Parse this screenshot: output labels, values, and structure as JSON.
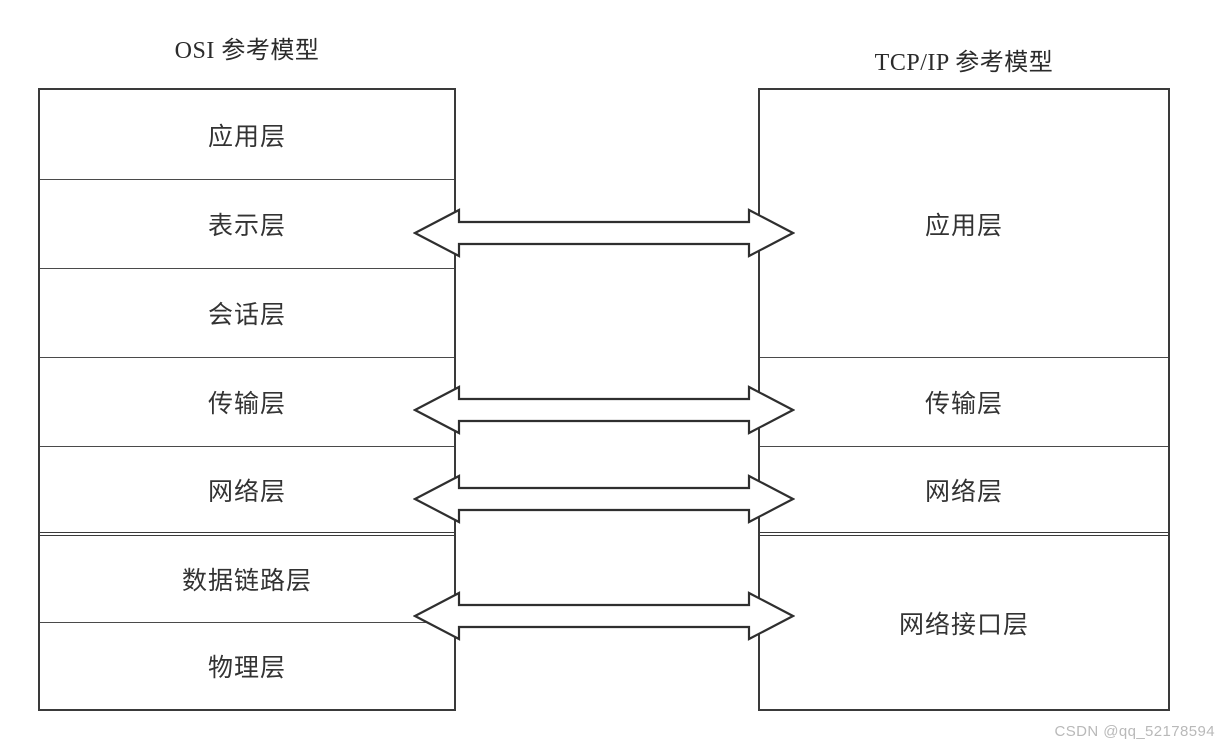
{
  "diagram": {
    "title_left": "OSI 参考模型",
    "title_right": "TCP/IP 参考模型",
    "watermark": "CSDN @qq_52178594",
    "osi_model": {
      "name": "OSI 参考模型",
      "layers": [
        {
          "index": 7,
          "label": "应用层",
          "divider": "none"
        },
        {
          "index": 6,
          "label": "表示层",
          "divider": "thin"
        },
        {
          "index": 5,
          "label": "会话层",
          "divider": "thin"
        },
        {
          "index": 4,
          "label": "传输层",
          "divider": "thin"
        },
        {
          "index": 3,
          "label": "网络层",
          "divider": "thin"
        },
        {
          "index": 2,
          "label": "数据链路层",
          "divider": "thick"
        },
        {
          "index": 1,
          "label": "物理层",
          "divider": "thin"
        }
      ]
    },
    "tcpip_model": {
      "name": "TCP/IP 参考模型",
      "layers": [
        {
          "index": 4,
          "label": "应用层",
          "divider": "none"
        },
        {
          "index": 3,
          "label": "传输层",
          "divider": "thin"
        },
        {
          "index": 2,
          "label": "网络层",
          "divider": "thin"
        },
        {
          "index": 1,
          "label": "网络接口层",
          "divider": "thick"
        }
      ]
    },
    "mappings": [
      {
        "from": "应用层/表示层/会话层",
        "to": "应用层",
        "style": "double-headed-arrow"
      },
      {
        "from": "传输层",
        "to": "传输层",
        "style": "double-headed-arrow"
      },
      {
        "from": "网络层",
        "to": "网络层",
        "style": "double-headed-arrow"
      },
      {
        "from": "数据链路层/物理层",
        "to": "网络接口层",
        "style": "double-headed-arrow"
      }
    ],
    "colors": {
      "stroke": "#3a3a3a",
      "text": "#333333",
      "background": "#ffffff",
      "watermark": "#b9b9b9"
    }
  }
}
